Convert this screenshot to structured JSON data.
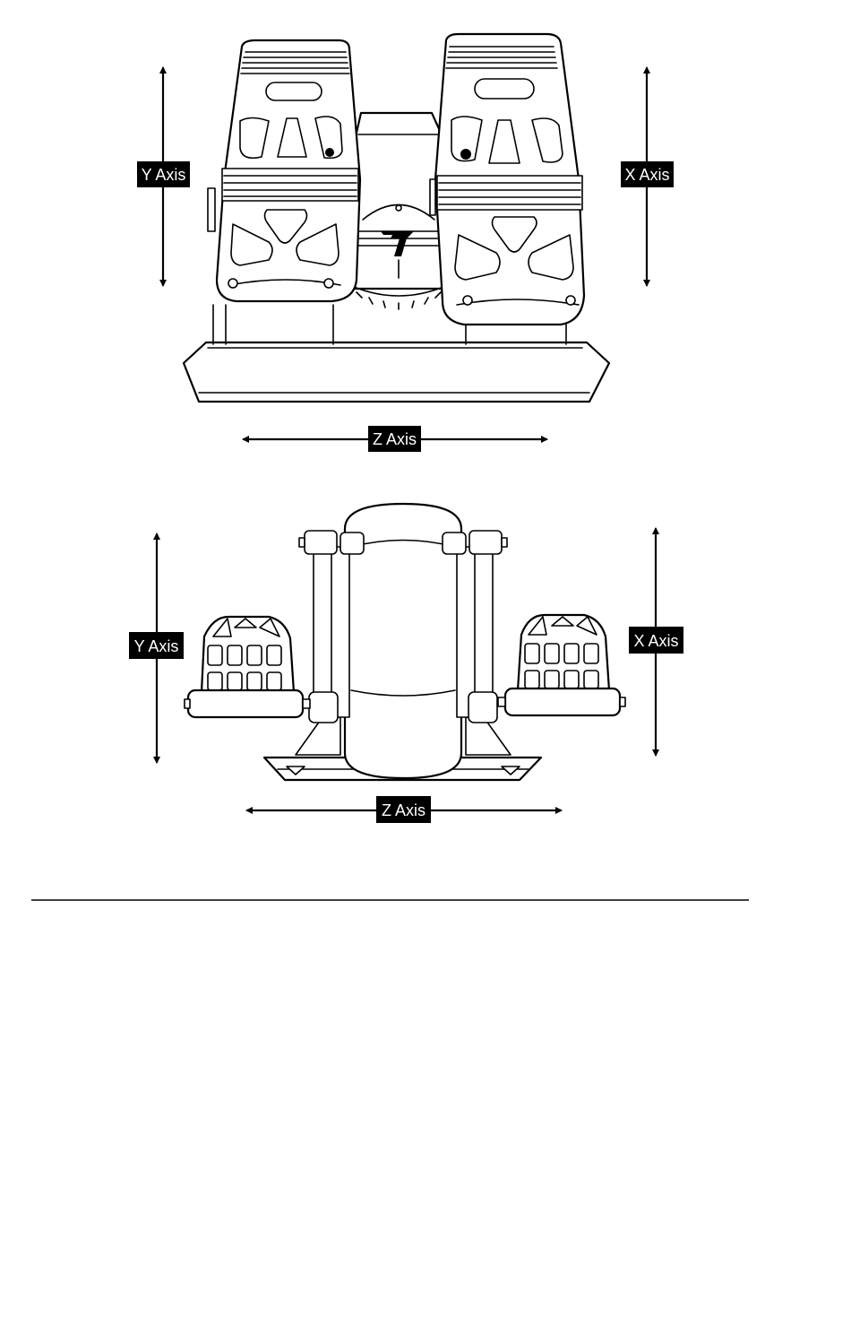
{
  "top_view": {
    "y_axis_label": "Y Axis",
    "x_axis_label": "X Axis",
    "z_axis_label": "Z Axis"
  },
  "side_view": {
    "y_axis_label": "Y Axis",
    "x_axis_label": "X Axis",
    "z_axis_label": "Z Axis"
  },
  "colors": {
    "line": "#000000",
    "label_background": "#000000",
    "label_text": "#ffffff",
    "page": "#ffffff"
  }
}
